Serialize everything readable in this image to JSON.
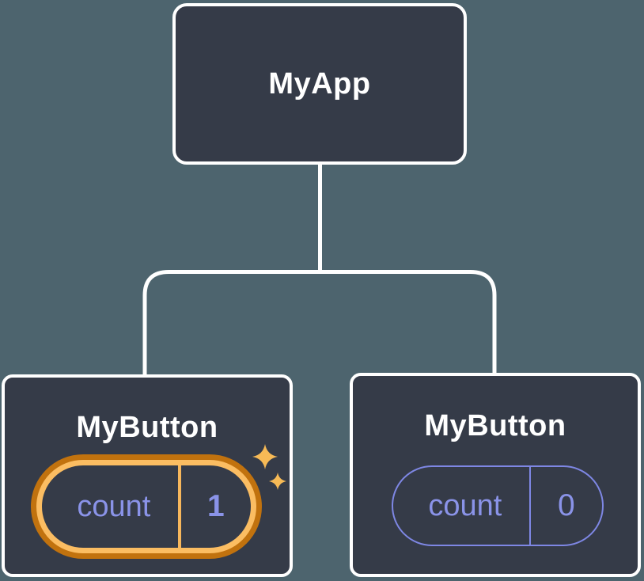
{
  "tree": {
    "root": {
      "label": "MyApp"
    },
    "children": [
      {
        "label": "MyButton",
        "state": {
          "key": "count",
          "value": "1"
        },
        "highlighted": true
      },
      {
        "label": "MyButton",
        "state": {
          "key": "count",
          "value": "0"
        },
        "highlighted": false
      }
    ]
  },
  "icons": {
    "sparkle": "sparkle-icon"
  },
  "colors": {
    "background": "#4d646e",
    "node_fill": "#353b48",
    "node_border": "#ffffff",
    "connector": "#ffffff",
    "state_text": "#8a93e8",
    "state_pill_border": "#7e87e4",
    "highlight_ring_outer": "#c1720e",
    "highlight_ring_inner": "#fbbd62",
    "highlight_divider": "#f7b75c",
    "sparkle": "#f7ba56",
    "title_text": "#ffffff"
  }
}
